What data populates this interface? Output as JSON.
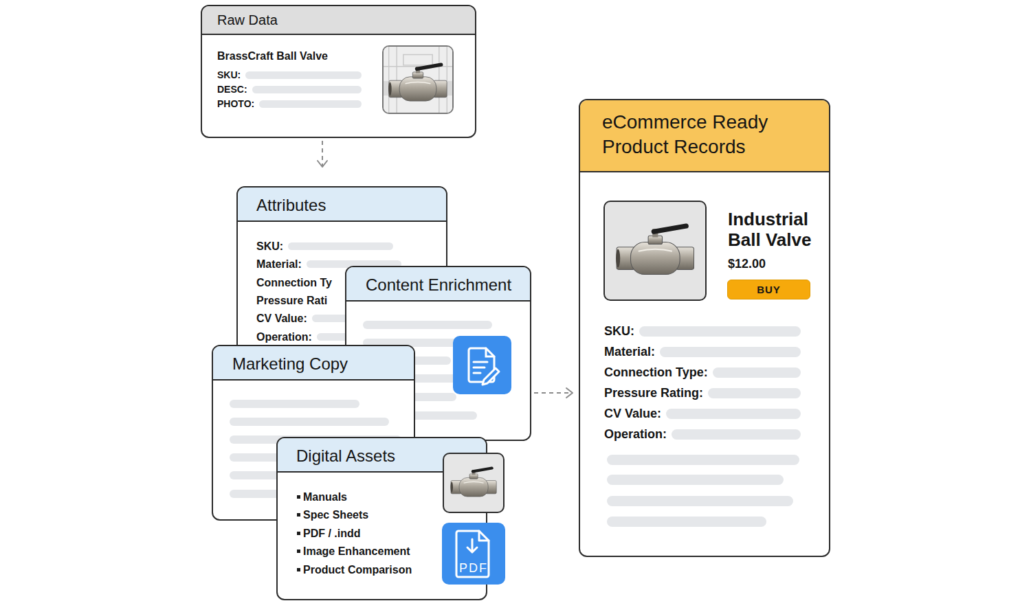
{
  "diagram": {
    "nodes": [
      {
        "text": [
          "Raw Data",
          "BrassCraft Ball Valve",
          "SKU:",
          "DESC:",
          "PHOTO:"
        ]
      },
      {
        "text": [
          "Attributes",
          "SKU:",
          "Material:",
          "Connection Ty",
          "Pressure Rati",
          "CV Value:",
          "Operation:"
        ]
      },
      {
        "text": [
          "Content Enrichment"
        ]
      },
      {
        "text": [
          "Marketing Copy"
        ]
      },
      {
        "text": [
          "Digital Assets",
          "Manuals",
          "Spec Sheets",
          "PDF / .indd",
          "Image Enhancement",
          "Product Comparison"
        ]
      },
      {
        "text": [
          "eCommerce Ready Product Records",
          "Industrial Ball Valve",
          "$12.00",
          "SKU:",
          "Material:",
          "Connection Type:",
          "Pressure Rating:",
          "CV Value:",
          "Operation:"
        ]
      },
      {
        "text": [
          "BUY"
        ],
        "in": 5
      }
    ],
    "edges": [
      {
        "from": 0,
        "to": 1,
        "arrow": "to"
      },
      {
        "from": 2,
        "to": 5,
        "arrow": "to"
      }
    ],
    "labels": [
      "PDF"
    ]
  }
}
